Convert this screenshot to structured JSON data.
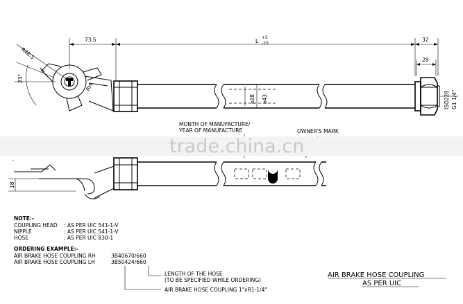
{
  "dimensions": {
    "coupling_length": "73.5",
    "hose_length": "L",
    "hose_length_tol_plus": "+5",
    "hose_length_tol_minus": "-20",
    "nipple_length": "32",
    "nipple_hex": "28",
    "radius": "R48.5",
    "angle": "23°",
    "coupling_hand": "RH",
    "hose_inner_dia": "⌀28",
    "hose_outer_dia": "⌀43",
    "thread_std": "ISO228",
    "thread_size": "G1 1/4\"",
    "height_18": "18"
  },
  "labels": {
    "manufacture": [
      "MONTH OF MANUFACTURE/",
      "YEAR OF MANUFACTURE"
    ],
    "owners_mark": "OWNER'S MARK",
    "watermark": "trade.china.cn"
  },
  "note": {
    "heading": "NOTE:-",
    "rows": [
      {
        "item": "COUPLING HEAD",
        "spec": ": AS PER UIC 541-1-V"
      },
      {
        "item": "NIPPLE",
        "spec": ": AS PER UIC 541-1-V"
      },
      {
        "item": "HOSE",
        "spec": ": AS PER UIC 830-1"
      }
    ]
  },
  "ordering": {
    "heading": "ORDERING EXAMPLE:-",
    "rows": [
      {
        "item": "AIR BRAKE HOSE COUPLING RH",
        "code": "3B40670/660"
      },
      {
        "item": "AIR BRAKE HOSE COUPLING LH",
        "code": "3B50424/660"
      }
    ],
    "callout_length": [
      "LENGTH OF THE HOSE",
      "(TO BE SPECIFIED WHILE ORDERING)"
    ],
    "callout_name": "AIR BRAKE HOSE COUPLING 1\"xR1-1/4\""
  },
  "title": [
    "AIR BRAKE HOSE COUPLING",
    "AS PER UIC"
  ]
}
